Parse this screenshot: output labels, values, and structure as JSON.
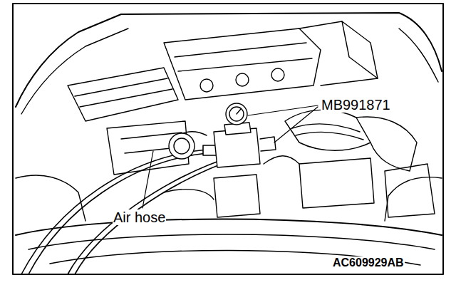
{
  "diagram": {
    "labels": [
      "MB991871",
      "Air hose",
      "AC609929AB"
    ]
  }
}
